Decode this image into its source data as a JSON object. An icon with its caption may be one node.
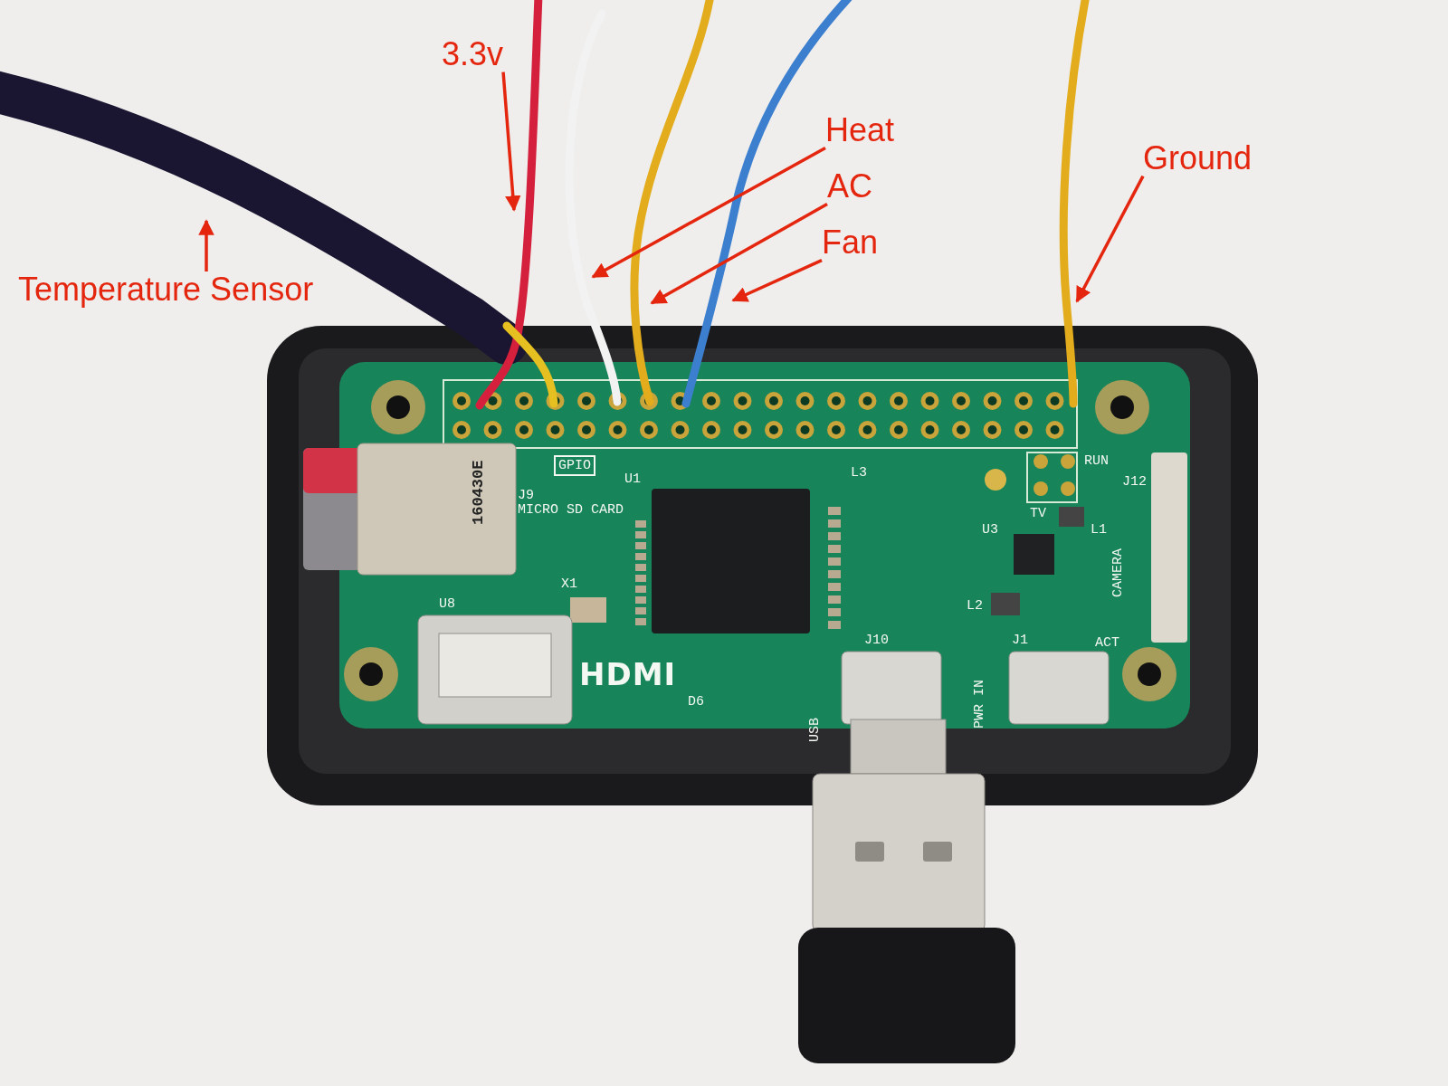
{
  "diagram": {
    "nodes": [
      {
        "text": [
          "3.3v"
        ]
      },
      {
        "text": [
          "Heat"
        ]
      },
      {
        "text": [
          "AC"
        ]
      },
      {
        "text": [
          "Fan"
        ]
      },
      {
        "text": [
          "Ground"
        ]
      },
      {
        "text": [
          "Temperature Sensor"
        ]
      }
    ],
    "edges": [
      {
        "from": 0,
        "to": null,
        "arrow": "to"
      },
      {
        "from": 1,
        "to": null,
        "arrow": "to"
      },
      {
        "from": 2,
        "to": null,
        "arrow": "to"
      },
      {
        "from": 3,
        "to": null,
        "arrow": "to"
      },
      {
        "from": 4,
        "to": null,
        "arrow": "to"
      },
      {
        "from": 5,
        "to": null,
        "arrow": "to"
      }
    ],
    "labels": [
      "GPIO",
      "160430E",
      "J9",
      "MICRO SD CARD",
      "U1",
      "L3",
      "X1",
      "U8",
      "HDMI",
      "D6",
      "RUN",
      "TV",
      "J12",
      "U3",
      "L1",
      "CAMERA",
      "L2",
      "J10",
      "USB",
      "J1",
      "PWR IN",
      "ACT"
    ]
  }
}
